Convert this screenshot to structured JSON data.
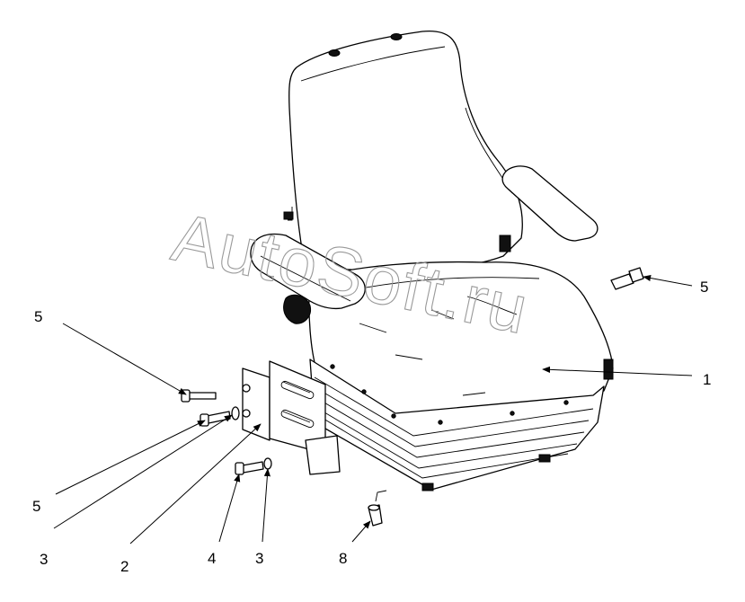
{
  "watermark": "AutoSoft.ru",
  "callouts": [
    {
      "id": "c-5-right",
      "label": "5"
    },
    {
      "id": "c-1",
      "label": "1"
    },
    {
      "id": "c-5-left-top",
      "label": "5"
    },
    {
      "id": "c-5-left-bottom",
      "label": "5"
    },
    {
      "id": "c-3-left",
      "label": "3"
    },
    {
      "id": "c-2",
      "label": "2"
    },
    {
      "id": "c-4",
      "label": "4"
    },
    {
      "id": "c-3-right",
      "label": "3"
    },
    {
      "id": "c-8",
      "label": "8"
    }
  ]
}
